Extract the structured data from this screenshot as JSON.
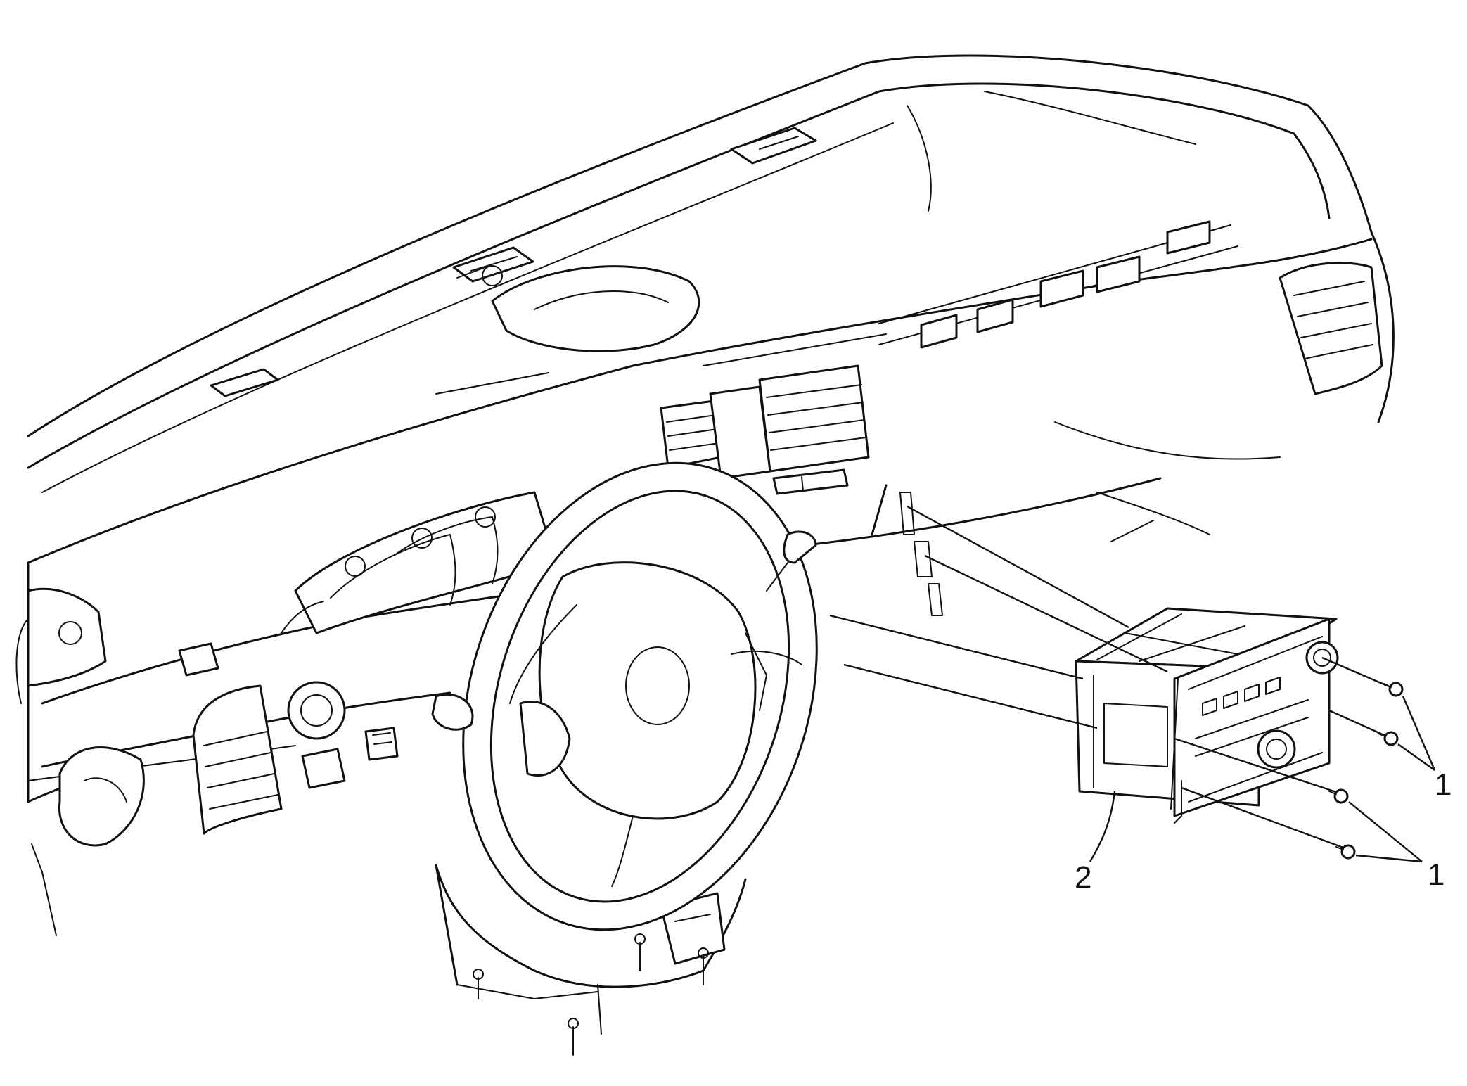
{
  "diagram": {
    "callouts": [
      {
        "id": "screws-upper",
        "label": "1"
      },
      {
        "id": "screws-lower",
        "label": "1"
      },
      {
        "id": "radio",
        "label": "2"
      }
    ]
  }
}
